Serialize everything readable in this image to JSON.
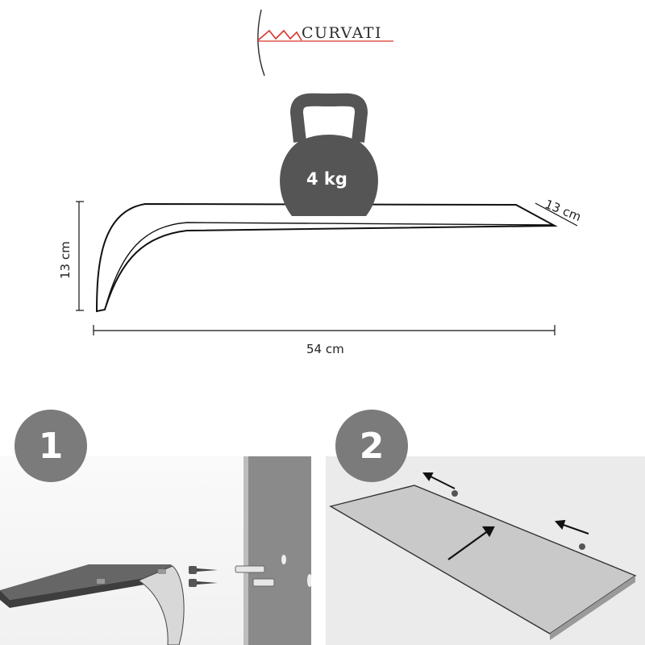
{
  "brand": {
    "name": "CURVATI",
    "accent": "#d9352a"
  },
  "product": {
    "weight_label": "4 kg",
    "width_label": "54 cm",
    "height_label": "13 cm",
    "depth_label": "13 cm"
  },
  "steps": [
    {
      "number": "1"
    },
    {
      "number": "2"
    }
  ],
  "colors": {
    "badge": "#7b7b7b",
    "weight": "#555555",
    "wall": "#8a8a8a",
    "shelf_board": "#c9c9c9"
  }
}
